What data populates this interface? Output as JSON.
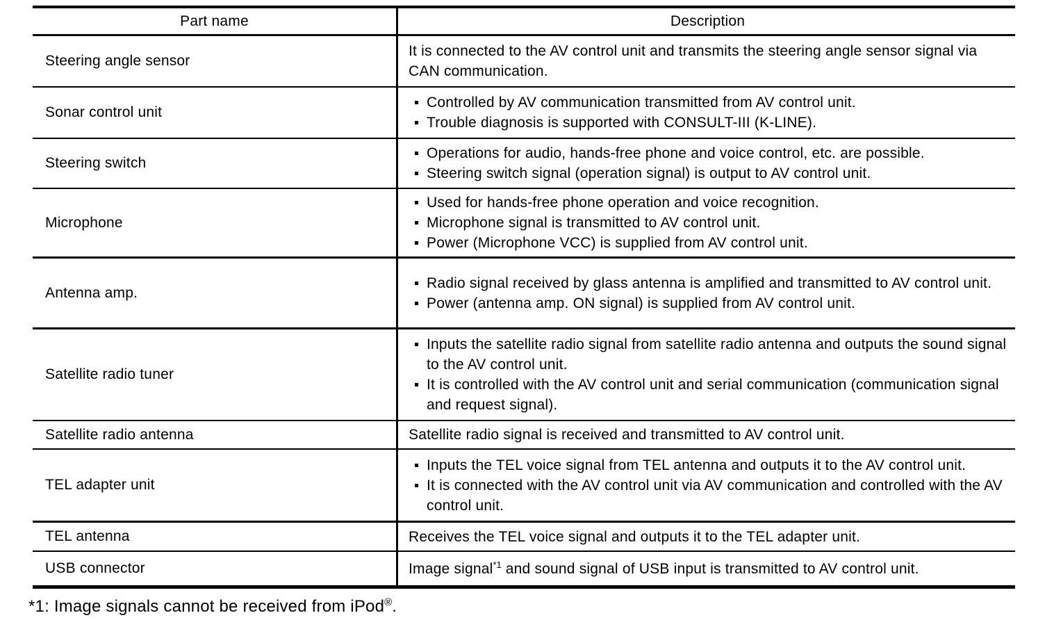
{
  "table": {
    "headers": {
      "part": "Part name",
      "desc": "Description"
    },
    "rows": [
      {
        "part": "Steering angle sensor",
        "type": "text",
        "text": "It is connected to the AV control unit and transmits the steering angle sensor signal via CAN communication."
      },
      {
        "part": "Sonar control unit",
        "type": "bullets",
        "items": [
          "Controlled by AV communication transmitted from AV control unit.",
          "Trouble diagnosis is supported with CONSULT-III (K-LINE)."
        ]
      },
      {
        "part": "Steering switch",
        "type": "bullets",
        "items": [
          "Operations for audio, hands-free phone and voice control, etc. are possible.",
          "Steering switch signal (operation signal) is output to AV control unit."
        ]
      },
      {
        "part": "Microphone",
        "type": "bullets",
        "items": [
          "Used for hands-free phone operation and voice recognition.",
          "Microphone signal is transmitted to AV control unit.",
          "Power (Microphone VCC) is supplied from AV control unit."
        ]
      },
      {
        "part": "Antenna amp.",
        "type": "bullets",
        "items": [
          "Radio signal received by glass antenna is amplified and transmitted to AV control unit.",
          "Power (antenna amp. ON signal) is supplied from AV control unit."
        ]
      },
      {
        "part": "Satellite radio tuner",
        "type": "bullets",
        "items": [
          "Inputs the satellite radio signal from satellite radio antenna and outputs the sound signal to the AV control unit.",
          "It is controlled with the AV control unit and serial communication (communication signal and request signal)."
        ]
      },
      {
        "part": "Satellite radio antenna",
        "type": "text",
        "text": "Satellite radio signal is received and transmitted to AV control unit."
      },
      {
        "part": "TEL adapter unit",
        "type": "bullets",
        "items": [
          "Inputs the TEL voice signal from TEL antenna and outputs it to the AV control unit.",
          "It is connected with the AV control unit via AV communication and controlled with the AV control unit."
        ]
      },
      {
        "part": "TEL antenna",
        "type": "text",
        "text": "Receives the TEL voice signal and outputs it to the TEL adapter unit."
      },
      {
        "part": "USB connector",
        "type": "sup-text",
        "prefix": "Image signal",
        "sup": "*1",
        "suffix": " and sound signal of USB input is transmitted to AV control unit."
      }
    ]
  },
  "footnote": {
    "prefix": "*1: Image signals cannot be received from iPod",
    "sup": "®",
    "suffix": "."
  },
  "colors": {
    "ink": "#000000",
    "paper": "#ffffff"
  }
}
